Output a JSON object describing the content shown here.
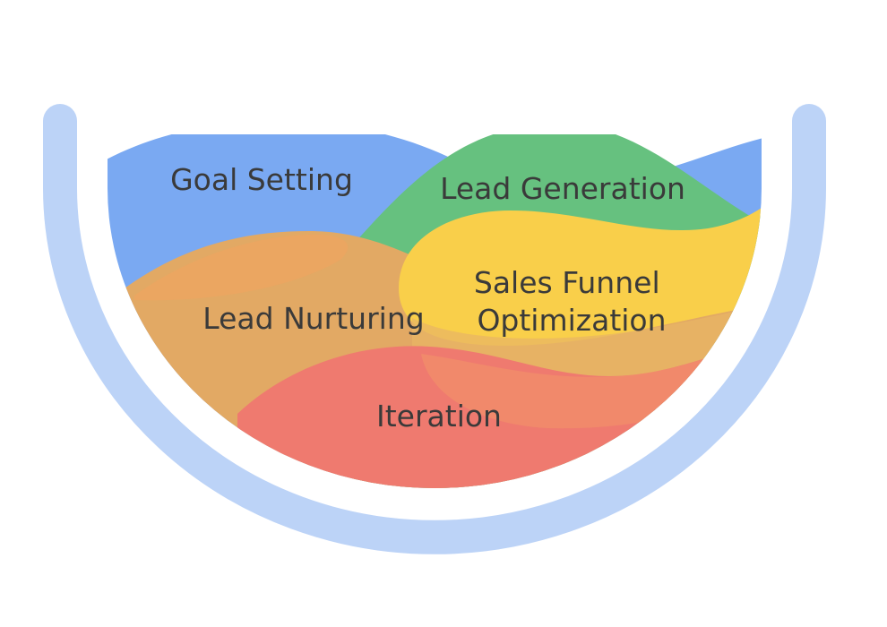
{
  "diagram": {
    "stages": [
      {
        "id": "goal-setting",
        "lines": [
          "Goal Setting"
        ],
        "color": "#7AA9F2"
      },
      {
        "id": "lead-generation",
        "lines": [
          "Lead Generation"
        ],
        "color": "#62BE7C"
      },
      {
        "id": "sales-funnel-optimization",
        "lines": [
          "Sales Funnel",
          "Optimization"
        ],
        "color": "#F9CF4A"
      },
      {
        "id": "lead-nurturing",
        "lines": [
          "Lead Nurturing"
        ],
        "color": "#E2A964"
      },
      {
        "id": "iteration",
        "lines": [
          "Iteration"
        ],
        "color": "#EF7A6F"
      }
    ],
    "bowl_color": "#BCD3F7"
  }
}
